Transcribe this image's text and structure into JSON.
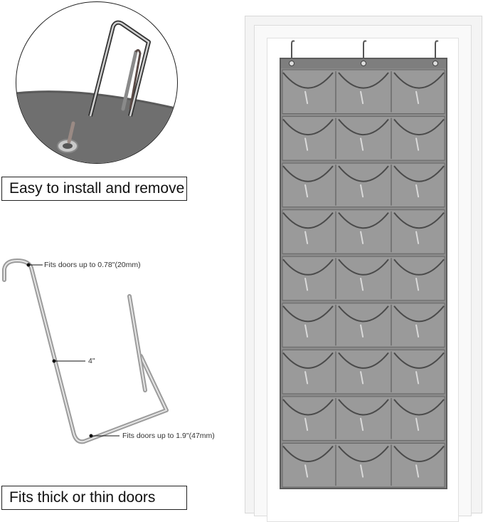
{
  "captions": {
    "install": "Easy to install and remove",
    "doors": "Fits thick or thin doors"
  },
  "hook_annotations": {
    "top_fit": "Fits doors up to 0.78\"(20mm)",
    "height": "4\"",
    "bottom_fit": "Fits doors up to 1.9\"(47mm)"
  },
  "organizer": {
    "rows": 9,
    "columns": 3,
    "hooks": 3
  },
  "colors": {
    "fabric": "#8a8a8a",
    "fabric_light": "#9a9a9a",
    "door_frame": "#f2f2f2",
    "metal": "#b8b8b8"
  }
}
